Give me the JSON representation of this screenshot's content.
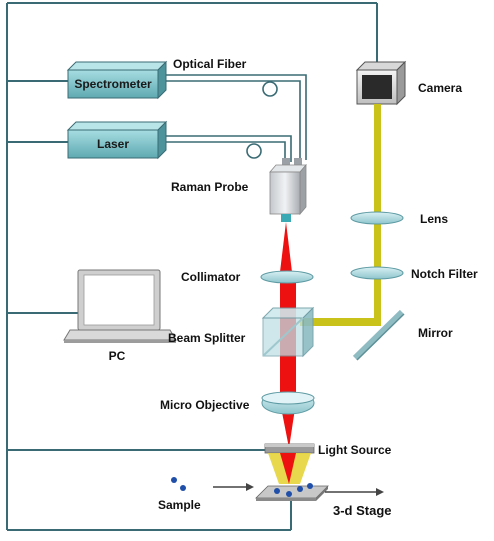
{
  "labels": {
    "spectrometer": "Spectrometer",
    "laser": "Laser",
    "optical_fiber": "Optical Fiber",
    "camera": "Camera",
    "raman_probe": "Raman Probe",
    "lens": "Lens",
    "collimator": "Collimator",
    "notch_filter": "Notch Filter",
    "pc": "PC",
    "beam_splitter": "Beam Splitter",
    "mirror": "Mirror",
    "micro_objective": "Micro Objective",
    "light_source": "Light Source",
    "sample": "Sample",
    "stage": "3-d Stage"
  },
  "colors": {
    "wire": "#3a6b74",
    "box": "#7fc3ca",
    "laser_beam": "#ee1111",
    "signal_beam": "#c8c21a",
    "optics": "#b9dfe6",
    "sample_dots": "#1f4fa8"
  }
}
